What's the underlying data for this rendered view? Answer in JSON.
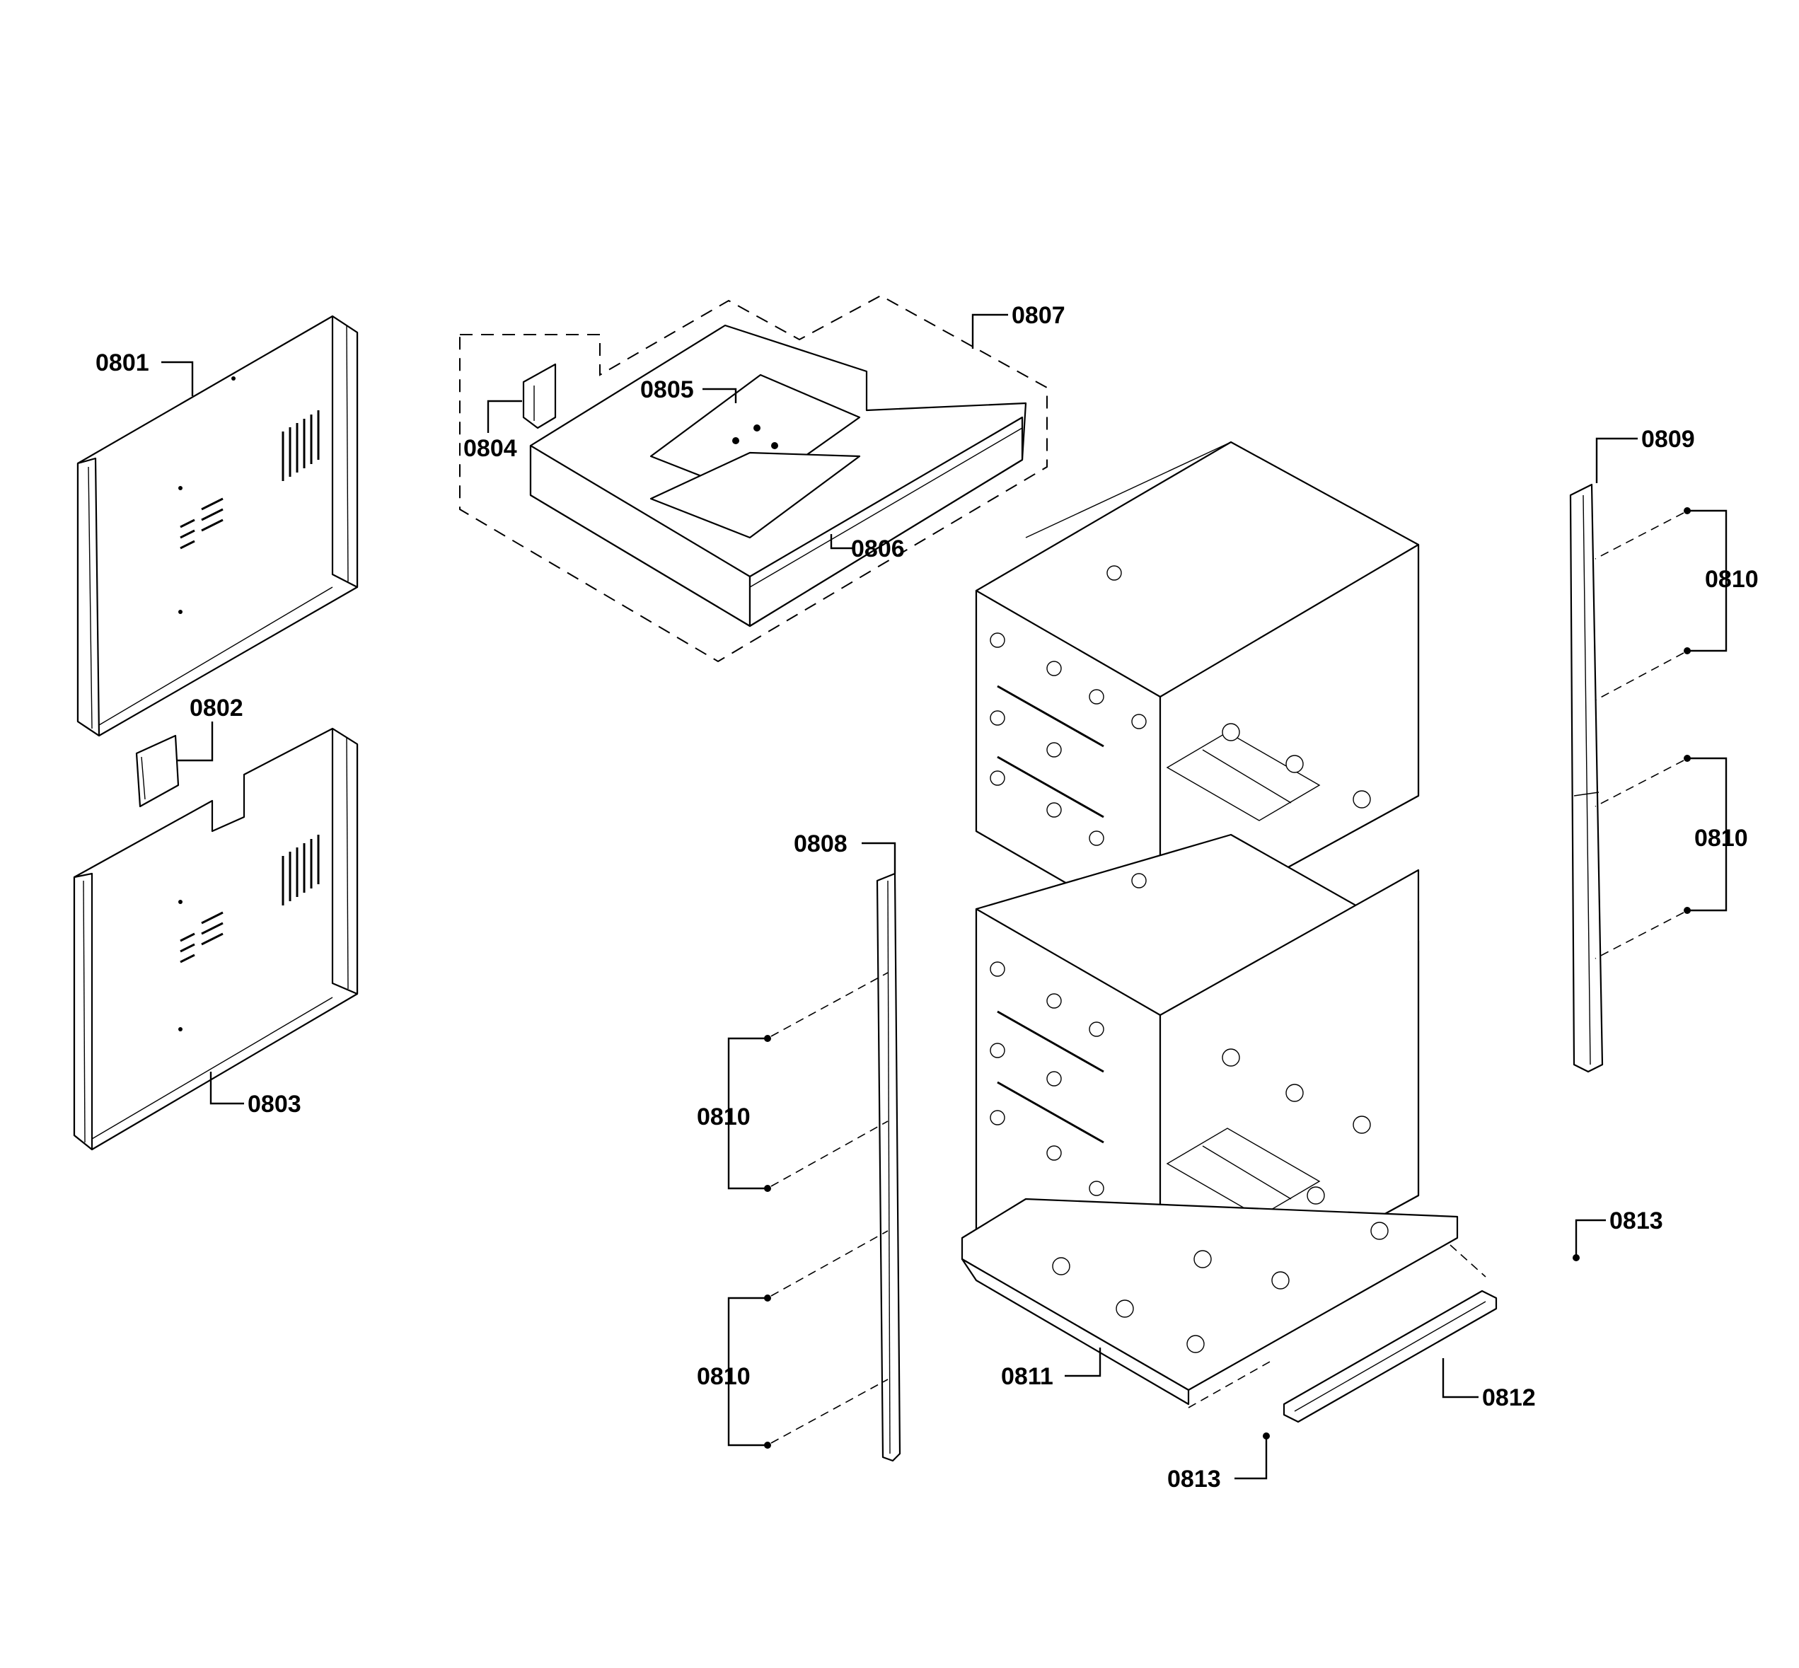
{
  "diagram": {
    "labels": {
      "l0801": "0801",
      "l0802": "0802",
      "l0803": "0803",
      "l0804": "0804",
      "l0805": "0805",
      "l0806": "0806",
      "l0807": "0807",
      "l0808": "0808",
      "l0809": "0809",
      "l0810a": "0810",
      "l0810b": "0810",
      "l0810c": "0810",
      "l0810d": "0810",
      "l0811": "0811",
      "l0812": "0812",
      "l0813a": "0813",
      "l0813b": "0813"
    }
  }
}
